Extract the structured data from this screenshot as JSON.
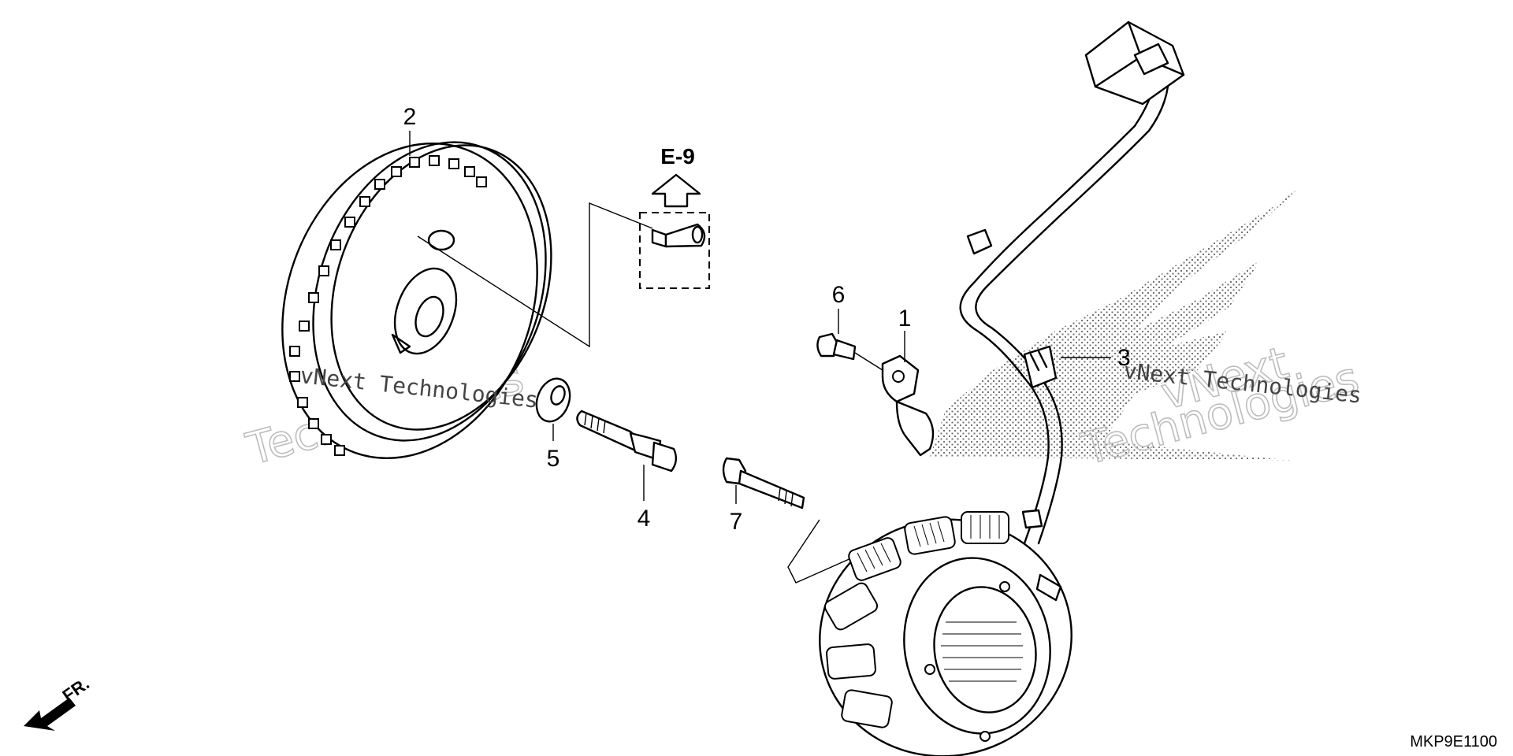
{
  "diagram": {
    "callouts": [
      "1",
      "2",
      "3",
      "4",
      "5",
      "6",
      "7"
    ],
    "reference": "E-9",
    "direction_label": "FR.",
    "figure_code": "MKP9E1100",
    "watermark": {
      "small": "vNext Technologies",
      "large_1": "vNext",
      "large_2": "Technologies"
    }
  }
}
